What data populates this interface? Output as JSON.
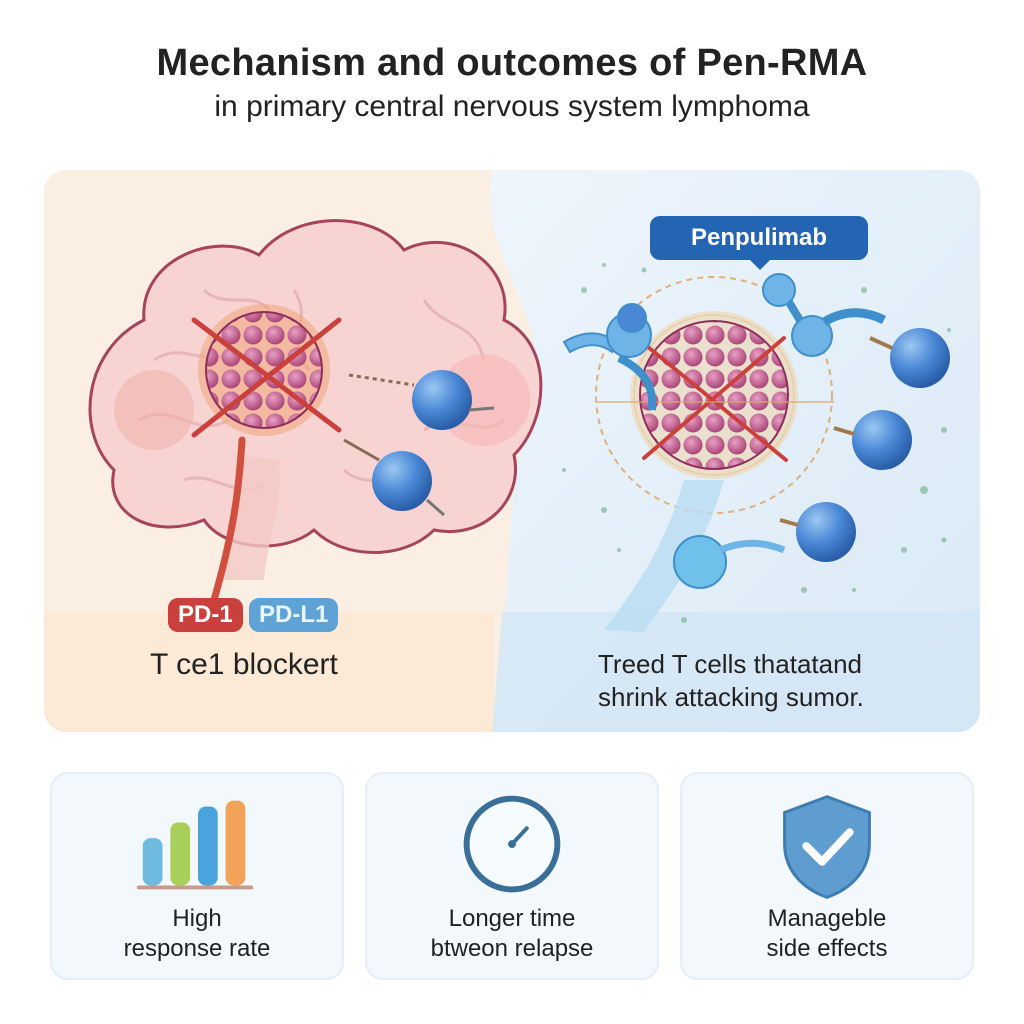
{
  "header": {
    "title": "Mechanism and outcomes of Pen-RMA",
    "subtitle": "in primary central nervous system lymphoma"
  },
  "left_panel": {
    "tag_pd1": "PD-1",
    "tag_pdl1": "PD-L1",
    "caption": "T ce1 blockert"
  },
  "right_panel": {
    "callout": "Penpulimab",
    "caption_line1": "Treed T cells thatatand",
    "caption_line2": "shrink attacking sumor."
  },
  "outcomes": [
    {
      "icon": "bar-chart-icon",
      "line1": "High",
      "line2": "response rate"
    },
    {
      "icon": "clock-icon",
      "line1": "Longer time",
      "line2": "btweon relapse"
    },
    {
      "icon": "shield-check-icon",
      "line1": "Manageble",
      "line2": "side effects"
    }
  ],
  "colors": {
    "left_bg": "#fbeee3",
    "right_bg": "#e3eff9",
    "tumor": "#b8497a",
    "tcell": "#3f7fcf",
    "pd1": "#c9403d",
    "pdl1": "#5fa3d6",
    "callout": "#2364b3"
  }
}
